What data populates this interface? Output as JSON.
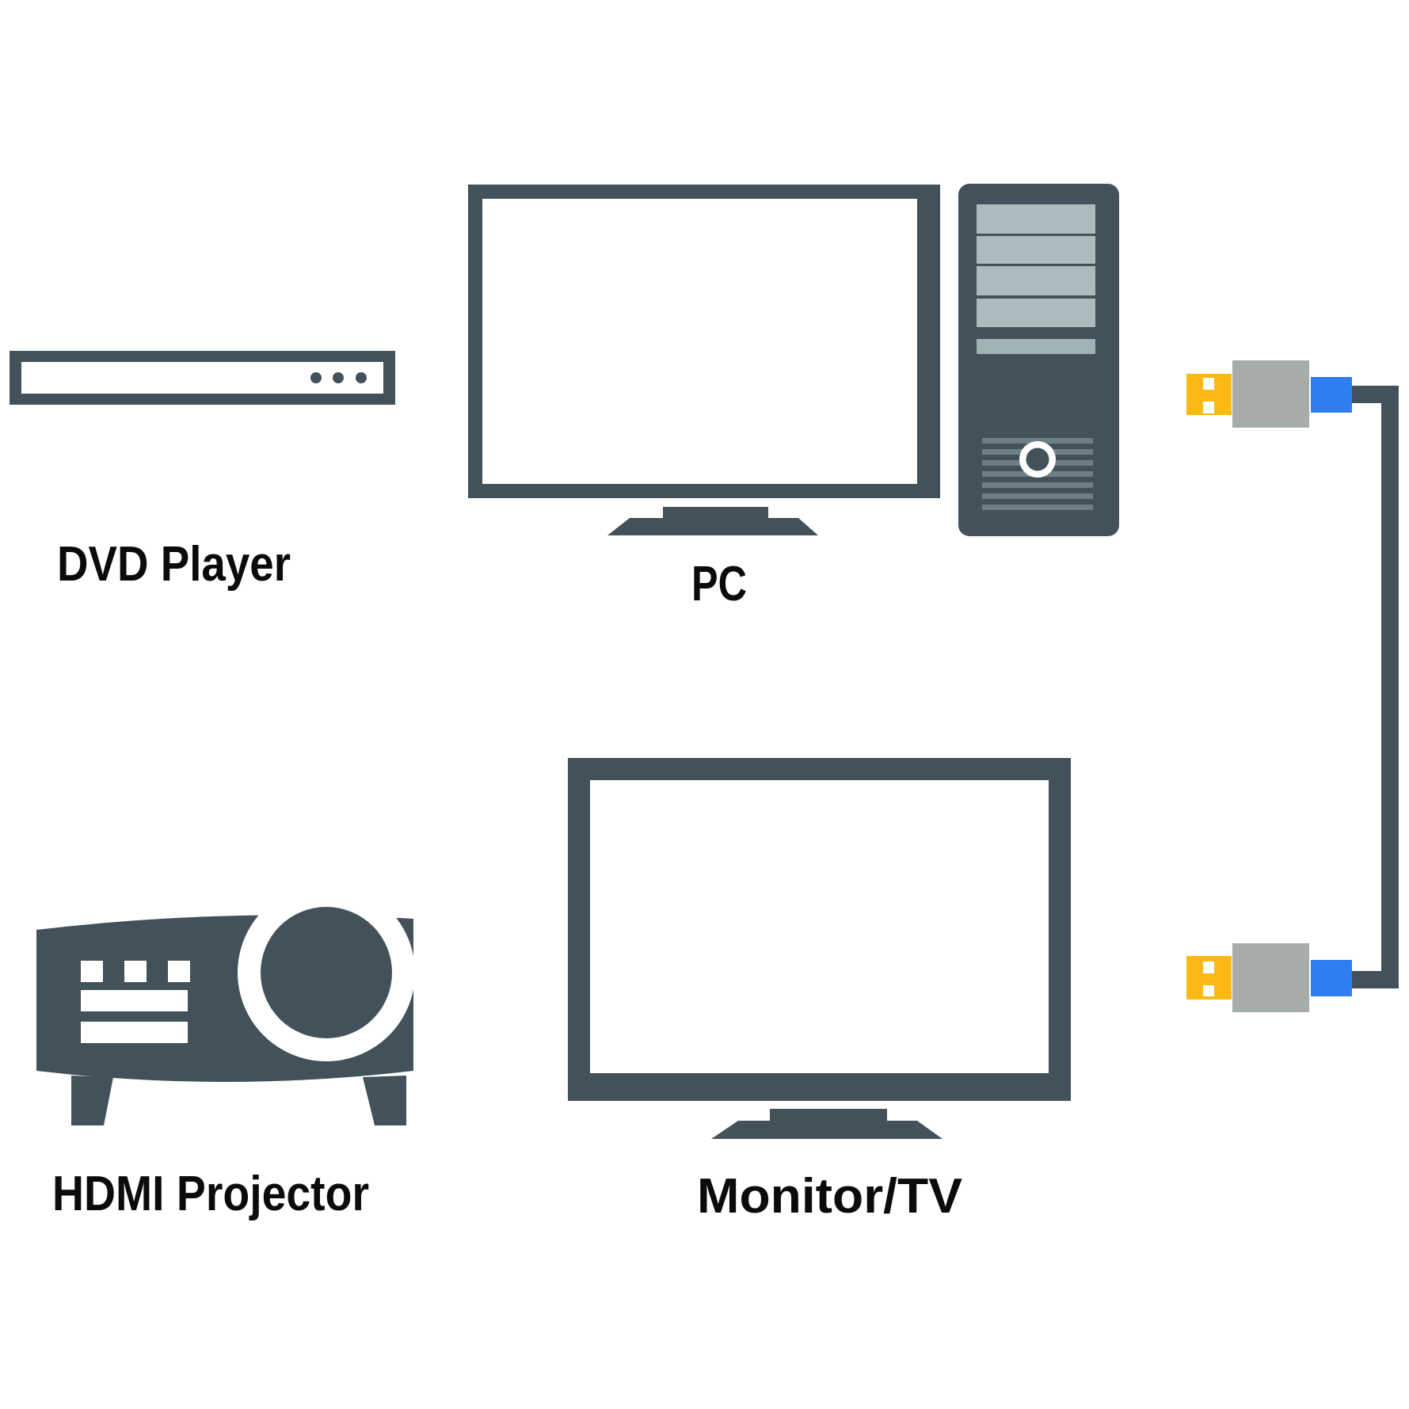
{
  "diagram": {
    "devices": [
      {
        "id": "dvd-player",
        "label": "DVD Player",
        "icon": "dvd-player-icon"
      },
      {
        "id": "pc",
        "label": "PC",
        "icon": "desktop-computer-icon"
      },
      {
        "id": "hdmi-projector",
        "label": "HDMI Projector",
        "icon": "projector-icon"
      },
      {
        "id": "monitor-tv",
        "label": "Monitor/TV",
        "icon": "monitor-tv-icon"
      }
    ],
    "connection": {
      "icon": "usb-cable-icon"
    }
  },
  "colors": {
    "background": "#ffffff",
    "device": "#42515A",
    "screen": "#ffffff",
    "drive_bay": "#ABBCBF",
    "drive_bay_small": "#9FB2B4",
    "vent": "#6D7F86",
    "usb_plug_yellow": "#FCB813",
    "usb_body_gray": "#A6ACA8",
    "usb_boot_blue": "#2E7EF0",
    "cable": "#42515A",
    "label_text": "#0B0B0B",
    "detail_white": "#ffffff"
  }
}
